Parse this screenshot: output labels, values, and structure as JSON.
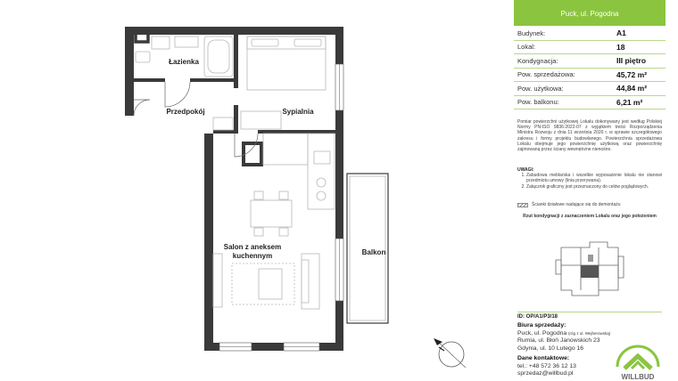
{
  "header": {
    "building_code": "",
    "subtitle": "Puck, ul. Pogodna"
  },
  "details": [
    {
      "label": "Budynek:",
      "value": "A1"
    },
    {
      "label": "Lokal:",
      "value": "18"
    },
    {
      "label": "Kondygnacja:",
      "value": "III piętro"
    },
    {
      "label": "Pow. sprzedażowa:",
      "value": "45,72 m²"
    },
    {
      "label": "Pow. użytkowa:",
      "value": "44,84 m²"
    },
    {
      "label": "Pow. balkonu:",
      "value": "6,21 m²"
    }
  ],
  "measurement_note": "Pomiar powierzchni użytkowej Lokalu dokonywany jest według Polskiej Normy PN-ISO 9836:2022-07 z wyjątkiem treści Rozporządzenia Ministra Rozwoju z dnia 11 września 2020 r. w sprawie szczegółowego zakresu i formy projektu budowlanego. Powierzchnia sprzedażowa Lokalu obejmuje jego powierzchnię użytkową oraz powierzchnię zajmowaną przez ściany wewnętrzne nienośne.",
  "remarks": {
    "title": "UWAGI:",
    "items": [
      "Zabudowa meblarska i wszelkie wyposażenie lokalu nie stanowi przedmiotu umowy (linia przerywana).",
      "Załącznik graficzny jest przeznaczony do celów poglądowych."
    ]
  },
  "legend_text": "Ściankі działowe nadające się do demontażu",
  "keyplan_title": "Rzut kondygnacji z zaznaczeniem Lokalu oraz jego położeniem",
  "document_id": "ID: OP/A1/P3/18",
  "sales_office": {
    "title": "Biura sprzedaży:",
    "line1": "Puck, ul. Pogodna",
    "line1_note": "(róg z ul. Wejherowską)",
    "line2": "Rumia, ul. Błoń Janowskich 23",
    "line3": "Gdynia, ul. 10 Lutego 16"
  },
  "contact": {
    "title": "Dane kontaktowe:",
    "phone": "tel.: +48 572 36 12 13",
    "email": "sprzedaz@willbud.pl"
  },
  "logo_text": "WILLBUD",
  "rooms": {
    "bathroom": "Łazienka",
    "hall": "Przedpokój",
    "bedroom": "Sypialnia",
    "living_l1": "Salon z aneksem",
    "living_l2": "kuchennym",
    "balcony": "Balkon"
  },
  "colors": {
    "accent": "#8bc53f",
    "walls": "#3a3a3a",
    "furniture": "#b8b8b8"
  }
}
